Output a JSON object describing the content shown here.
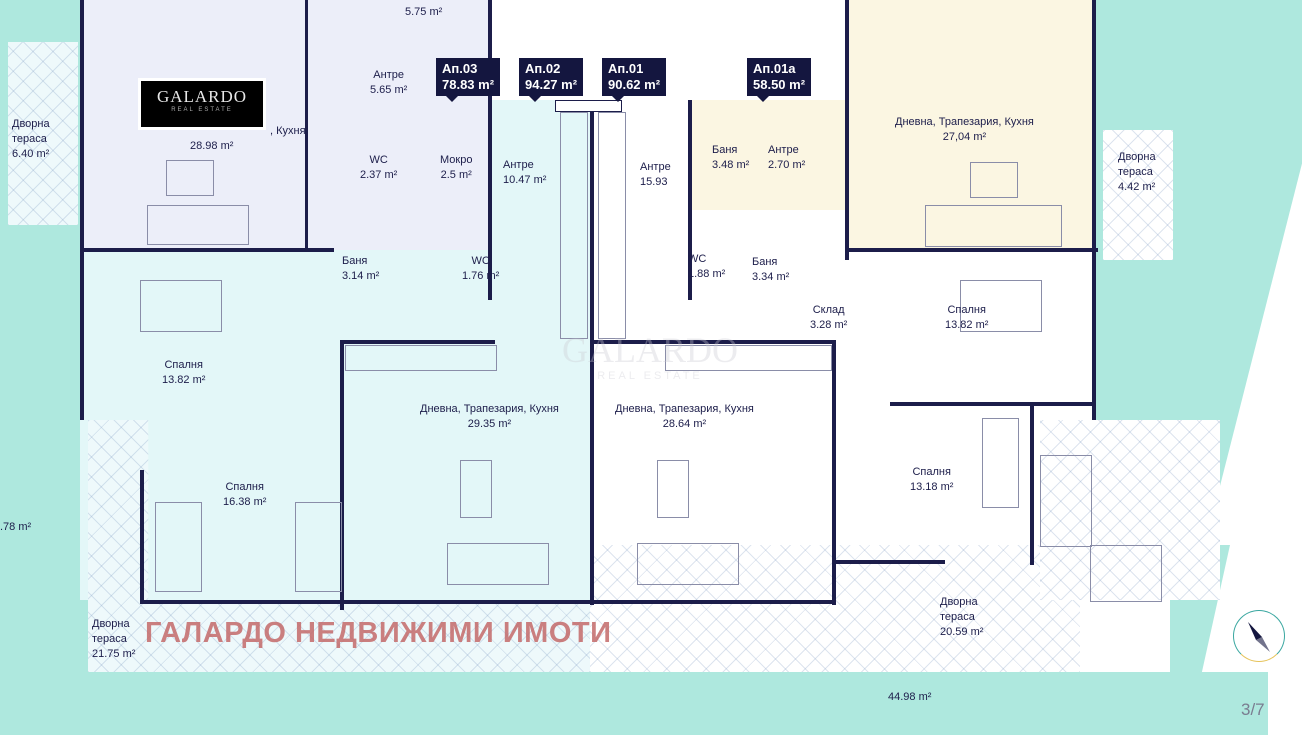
{
  "apartments": [
    {
      "name": "Ап.03",
      "area": "78.83 m²"
    },
    {
      "name": "Ап.02",
      "area": "94.27 m²"
    },
    {
      "name": "Ап.01",
      "area": "90.62 m²"
    },
    {
      "name": "Ап.01а",
      "area": "58.50 m²"
    }
  ],
  "rooms": {
    "top_bath": {
      "area": "5.75 m²"
    },
    "ap03_antre": {
      "name": "Антре",
      "area": "5.65 m²"
    },
    "ap03_living": {
      "name": ", Кухня",
      "area": "28.98 m²"
    },
    "ap03_wc": {
      "name": "WC",
      "area": "2.37 m²"
    },
    "ap03_wet": {
      "name": "Мокро",
      "area": "2.5 m²"
    },
    "left_terrace": {
      "name": "Дворна\nтераса",
      "area": "6.40 m²"
    },
    "ap02_antre": {
      "name": "Антре",
      "area": "10.47 m²"
    },
    "ap02_bath": {
      "name": "Баня",
      "area": "3.14 m²"
    },
    "ap02_wc": {
      "name": "WC",
      "area": "1.76 m²"
    },
    "ap02_bed1": {
      "name": "Спалня",
      "area": "13.82 m²"
    },
    "ap02_bed2": {
      "name": "Спалня",
      "area": "16.38 m²"
    },
    "ap02_living": {
      "name": "Дневна, Трапезария, Кухня",
      "area": "29.35 m²"
    },
    "ap02_terrace": {
      "name": "Дворна\nтераса",
      "area": "21.75 m²"
    },
    "ap01_antre": {
      "name": "Антре",
      "area": "15.93"
    },
    "ap01_wc": {
      "name": "WC",
      "area": "1.88 m²"
    },
    "ap01_bath": {
      "name": "Баня",
      "area": "3.34 m²"
    },
    "ap01_storage": {
      "name": "Склад",
      "area": "3.28 m²"
    },
    "ap01_bed1": {
      "name": "Спалня",
      "area": "13.82 m²"
    },
    "ap01_bed2": {
      "name": "Спалня",
      "area": "13.18 m²"
    },
    "ap01_living": {
      "name": "Дневна, Трапезария, Кухня",
      "area": "28.64 m²"
    },
    "ap01_terrace": {
      "name": "Дворна\nтераса",
      "area": "20.59 m²"
    },
    "ap01a_bath": {
      "name": "Баня",
      "area": "3.48 m²"
    },
    "ap01a_antre": {
      "name": "Антре",
      "area": "2.70 m²"
    },
    "ap01a_living": {
      "name": "Дневна, Трапезария, Кухня",
      "area": "27,04 m²"
    },
    "ap01a_terrace": {
      "name": "Дворна\nтераса",
      "area": "4.42 m²"
    },
    "garden_left": {
      "area": ".78 m²"
    },
    "garden_bottom": {
      "area": "44.98 m²"
    }
  },
  "logo": {
    "brand": "GALARDO",
    "sub": "REAL ESTATE"
  },
  "watermark": "ГАЛАРДО НЕДВИЖИМИ ИМОТИ",
  "page_indicator": "3/7",
  "icons": {
    "compass": "compass-icon"
  },
  "colors": {
    "garden": "#aee8de",
    "ap03": "#eceef9",
    "ap02": "#e3f7f8",
    "ap01": "#ffffff",
    "ap01a": "#fbf6e2",
    "tag": "#14163f",
    "wall": "#1c1d4a",
    "watermark": "#c46a6a"
  }
}
